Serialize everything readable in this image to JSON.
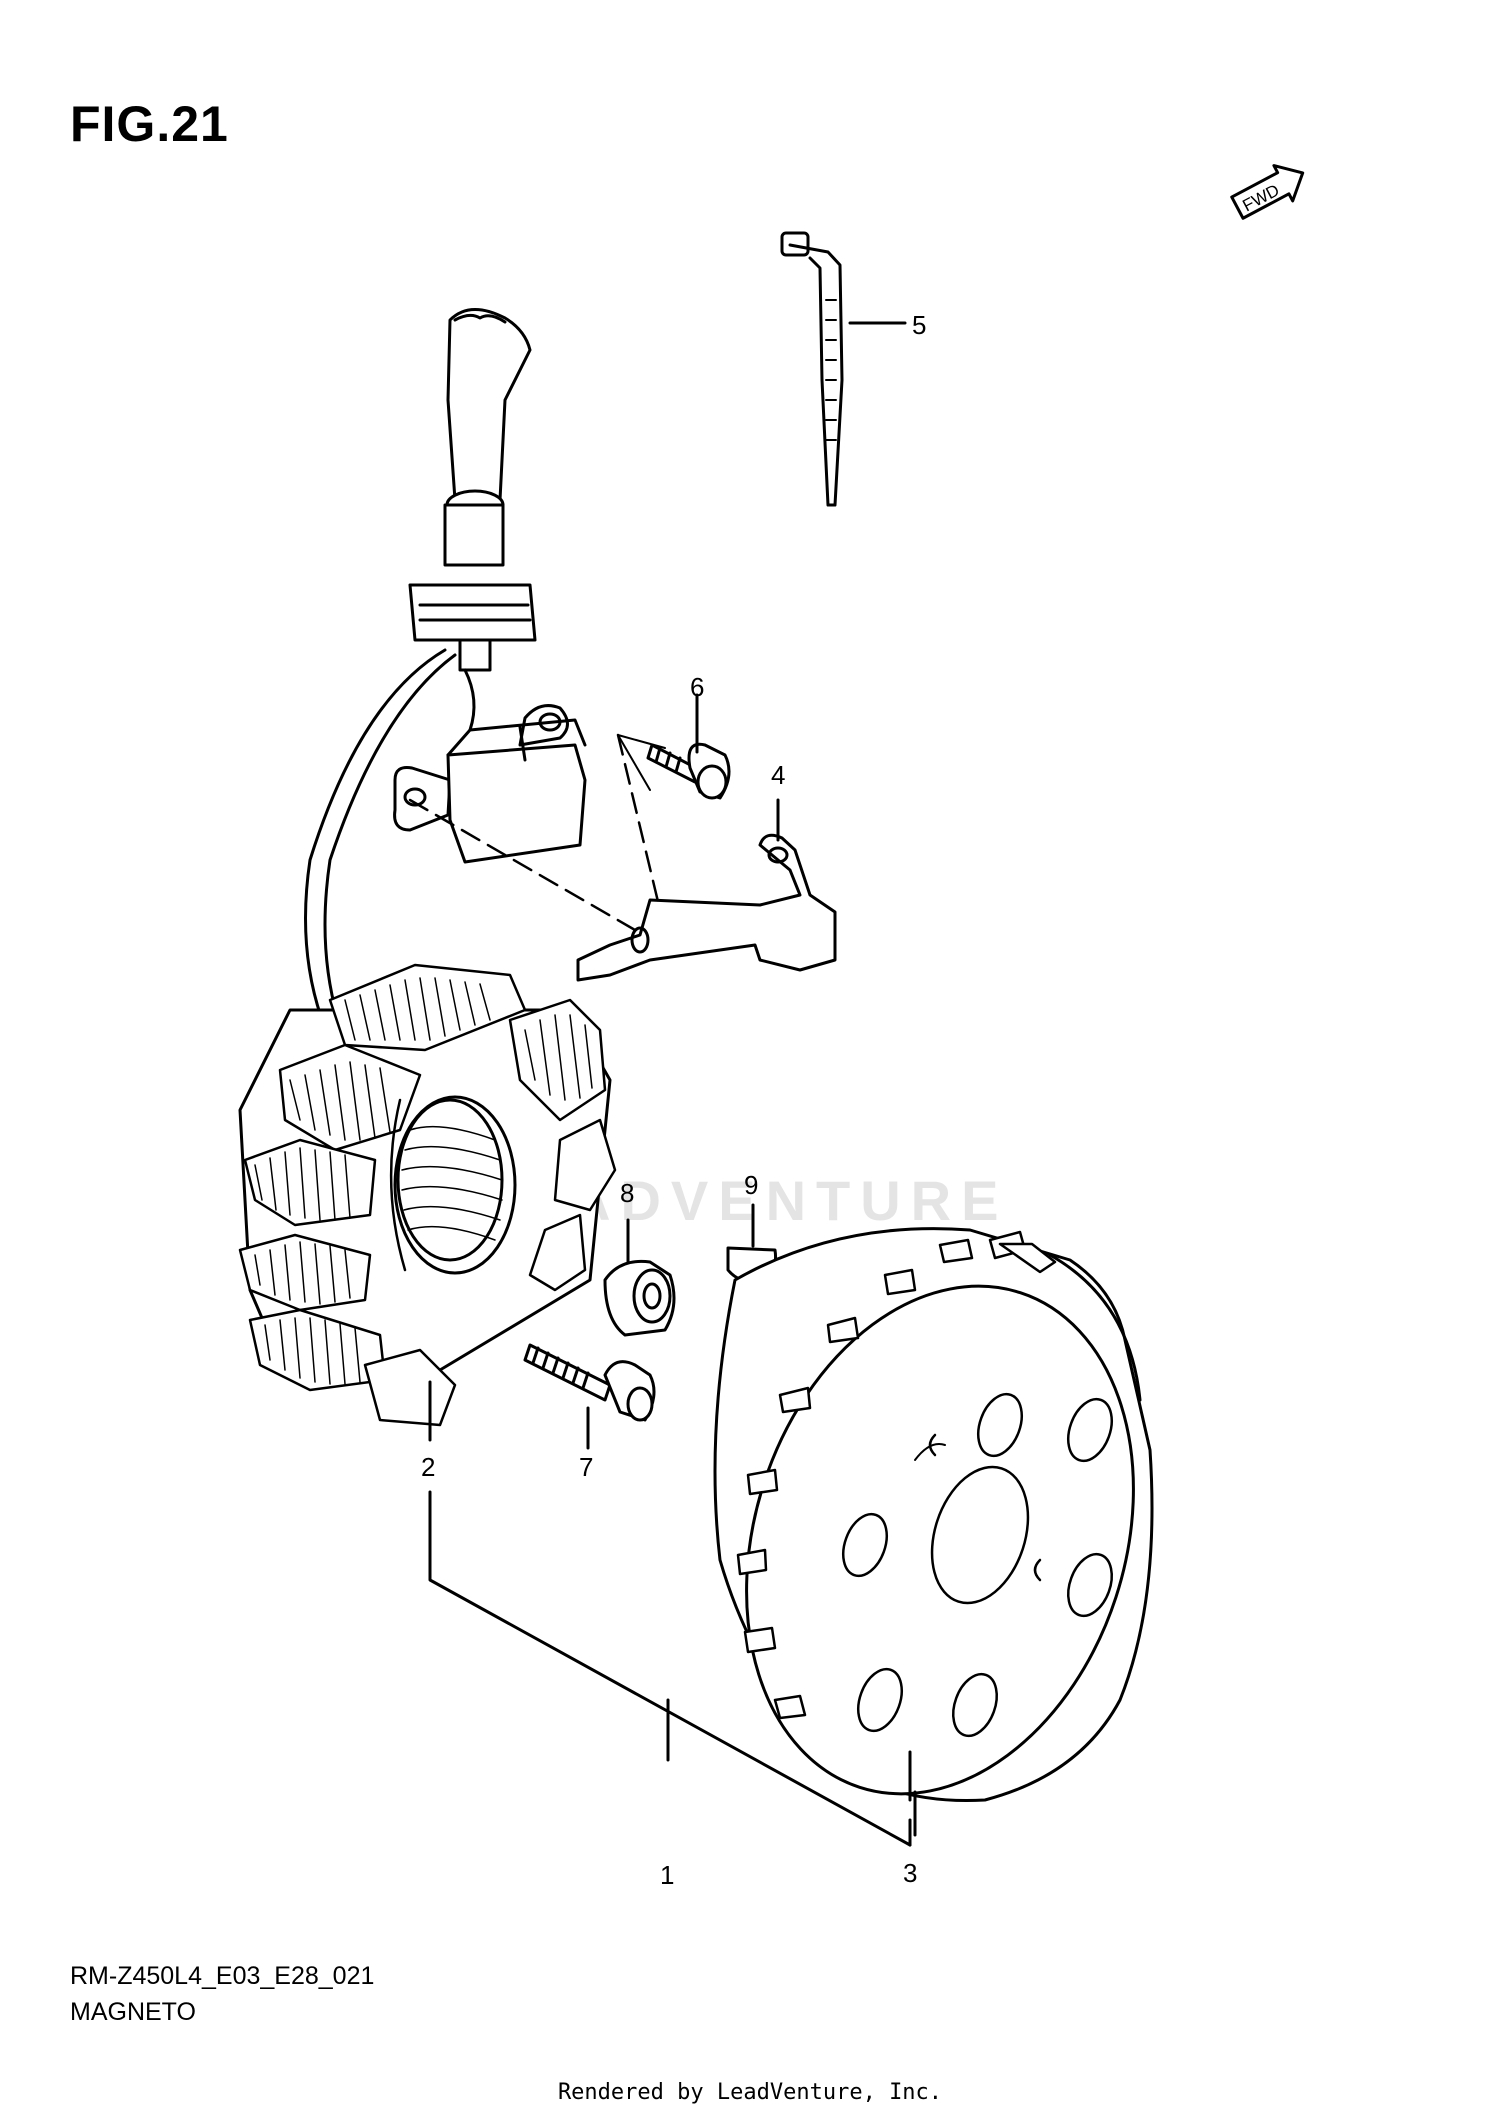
{
  "figure": {
    "title": "FIG.21",
    "model_code": "RM-Z450L4_E03_E28_021",
    "section_name": "MAGNETO"
  },
  "direction_badge": "FWD",
  "callouts": [
    "1",
    "2",
    "3",
    "4",
    "5",
    "6",
    "7",
    "8",
    "9"
  ],
  "watermark": "ADVENTURE",
  "render_credit": "Rendered by LeadVenture, Inc."
}
